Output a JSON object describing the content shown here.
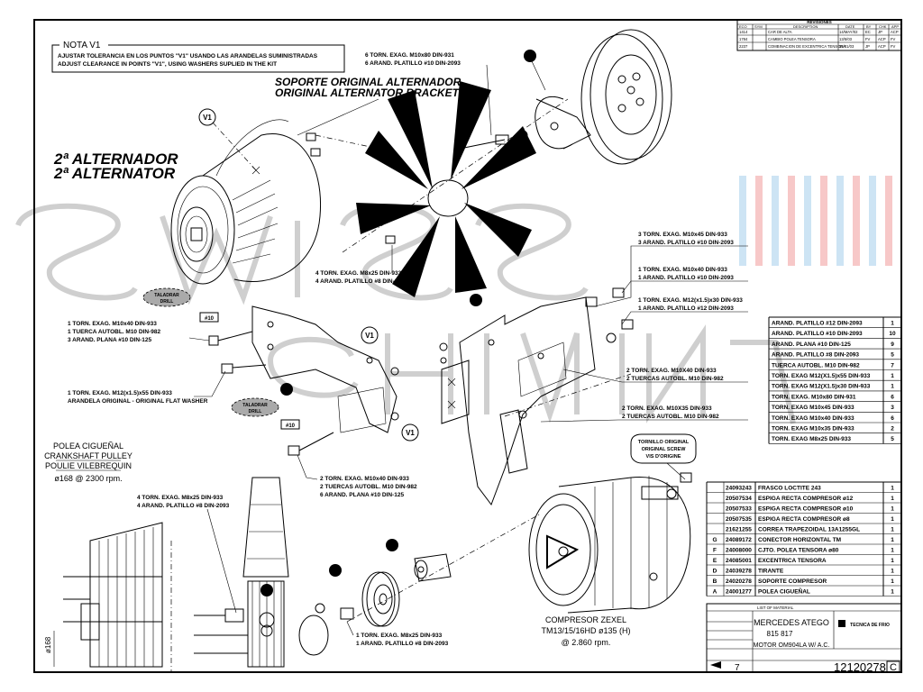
{
  "revisions": {
    "heading": "REVISIONES",
    "columns": [
      "ECO",
      "SYM",
      "DESCRIPTION",
      "DATE",
      "BY",
      "CHK",
      "APP"
    ],
    "rows": [
      [
        "1414",
        "",
        "CAR DE ALTA",
        "14/MAY/02",
        "EC",
        "JP",
        "ACP"
      ],
      [
        "1784",
        "",
        "CAMBIO POLEA TENSORA",
        "13/5/03",
        "FV",
        "ACP",
        "FV"
      ],
      [
        "2237",
        "",
        "COMBINACION DE EXCENTRICA TENSORA",
        "15/01/03",
        "JP",
        "ACP",
        "FV"
      ]
    ]
  },
  "nota": {
    "title": "NOTA V1",
    "line1": "AJUSTAR TOLERANCIA EN LOS PUNTOS \"V1\" USANDO LAS ARANDELAS SUMINISTRADAS",
    "line2": "ADJUST CLEARANCE IN POINTS \"V1\", USING WASHERS SUPLIED IN THE KIT"
  },
  "titles": {
    "bracket_es": "SOPORTE ORIGINAL ALTERNADOR",
    "bracket_en": "ORIGINAL ALTERNATOR BRACKET",
    "alt_es": "2ª ALTERNADOR",
    "alt_en": "2ª ALTERNATOR",
    "pulley_es": "POLEA CIGUEÑAL",
    "pulley_en": "CRANKSHAFT PULLEY",
    "pulley_fr": "POULIE VILEBREQUIN",
    "pulley_spec": "ø168 @ 2300 rpm.",
    "comp_title": "COMPRESOR ZEXEL",
    "comp_model": "TM13/15/16HD ø135 (H)",
    "comp_rpm": "@ 2.860 rpm.",
    "dim_168": "ø168"
  },
  "callouts": {
    "c_fan_1": "6 TORN. EXAG. M10x80 DIN-931",
    "c_fan_2": "6 ARAND. PLATILLO #10 DIN-2093",
    "c_m8_1": "4 TORN. EXAG. M8x25 DIN-933",
    "c_m8_2": "4 ARAND. PLATILLO #8 DIN-2093",
    "c_m10x45_1": "3 TORN. EXAG. M10x45 DIN-933",
    "c_m10x45_2": "3 ARAND. PLATILLO #10 DIN-2093",
    "c_m10x40a_1": "1 TORN. EXAG. M10x40 DIN-933",
    "c_m10x40a_2": "1 ARAND. PLATILLO #10 DIN-2093",
    "c_m12a_1": "1 TORN. EXAG. M12(x1.5)x30 DIN-933",
    "c_m12a_2": "1 ARAND. PLATILLO #12 DIN-2093",
    "c_left_1": "1 TORN. EXAG. M10x40 DIN-933",
    "c_left_2": "1 TUERCA AUTOBL. M10 DIN-982",
    "c_left_3": "3 ARAND. PLANA #10 DIN-125",
    "c_m12b_1": "1 TORN. EXAG. M12(x1.5)x55 DIN-933",
    "c_m12b_2": "ARANDELA ORIGINAL - ORIGINAL FLAT WASHER",
    "c_mid_1": "2 TORN. EXAG. M10X40 DIN-933",
    "c_mid_2": "2 TUERCAS AUTOBL. M10 DIN-982",
    "c_mid2_1": "2 TORN. EXAG. M10X35 DIN-933",
    "c_mid2_2": "2 TUERCAS AUTOBL. M10 DIN-982",
    "c_low_1": "2 TORN. EXAG. M10x40 DIN-933",
    "c_low_2": "2 TUERCAS AUTOBL. M10 DIN-982",
    "c_low_3": "6 ARAND. PLANA #10 DIN-125",
    "c_bl_1": "4 TORN. EXAG. M8x25 DIN-933",
    "c_bl_2": "4 ARAND. PLATILLO #8 DIN-2093",
    "c_bot_1": "1 TORN. EXAG. M8x25 DIN-933",
    "c_bot_2": "1 ARAND. PLATILLO #8 DIN-2093",
    "tornillo_1": "TORNILLO ORIGINAL",
    "tornillo_2": "ORIGINAL SCREW",
    "tornillo_3": "VIS D'ORIGINE",
    "taladrar": "TALADRAR",
    "taladrar_sub": "DRILL",
    "v1": "V1",
    "hash10": "#10"
  },
  "bom_top": [
    {
      "desc": "ARAND. PLATILLO #12 DIN-2093",
      "qty": "1"
    },
    {
      "desc": "ARAND. PLATILLO #10 DIN-2093",
      "qty": "10"
    },
    {
      "desc": "ARAND. PLANA #10 DIN-125",
      "qty": "9"
    },
    {
      "desc": "ARAND. PLATILLO #8 DIN-2093",
      "qty": "5"
    },
    {
      "desc": "TUERCA AUTOBL. M10 DIN-982",
      "qty": "7"
    },
    {
      "desc": "TORN. EXAG M12(X1.5)x55 DIN-933",
      "qty": "1"
    },
    {
      "desc": "TORN. EXAG M12(X1.5)x30 DIN-933",
      "qty": "1"
    },
    {
      "desc": "TORN. EXAG. M10x80 DIN-931",
      "qty": "6"
    },
    {
      "desc": "TORN. EXAG M10x45 DIN-933",
      "qty": "3"
    },
    {
      "desc": "TORN. EXAG M10x40 DIN-933",
      "qty": "6"
    },
    {
      "desc": "TORN. EXAG M10x35 DIN-933",
      "qty": "2"
    },
    {
      "desc": "TORN. EXAG M8x25 DIN-933",
      "qty": "5"
    }
  ],
  "bom_bottom": [
    {
      "sym": "",
      "code": "24093243",
      "desc": "FRASCO LOCTITE 243",
      "qty": "1"
    },
    {
      "sym": "",
      "code": "20507534",
      "desc": "ESPIGA RECTA COMPRESOR ø12",
      "qty": "1"
    },
    {
      "sym": "",
      "code": "20507533",
      "desc": "ESPIGA RECTA COMPRESOR ø10",
      "qty": "1"
    },
    {
      "sym": "",
      "code": "20507535",
      "desc": "ESPIGA RECTA COMPRESOR ø8",
      "qty": "1"
    },
    {
      "sym": "",
      "code": "21621255",
      "desc": "CORREA TRAPEZOIDAL 13A1255GL",
      "qty": "1"
    },
    {
      "sym": "G",
      "code": "24089172",
      "desc": "CONECTOR HORIZONTAL TM",
      "qty": "1"
    },
    {
      "sym": "F",
      "code": "24008000",
      "desc": "CJTO. POLEA TENSORA ø80",
      "qty": "1"
    },
    {
      "sym": "E",
      "code": "24085001",
      "desc": "EXCENTRICA TENSORA",
      "qty": "1"
    },
    {
      "sym": "D",
      "code": "24039278",
      "desc": "TIRANTE",
      "qty": "1"
    },
    {
      "sym": "B",
      "code": "24020278",
      "desc": "SOPORTE COMPRESOR",
      "qty": "1"
    },
    {
      "sym": "A",
      "code": "24001277",
      "desc": "POLEA CIGUEÑAL",
      "qty": "1"
    }
  ],
  "title_block": {
    "model": "MERCEDES ATEGO",
    "variants": "815  817",
    "subtitle": "MOTOR OM904LA W/ A.C.",
    "sheet": "7",
    "drawing_no": "12120278",
    "rev": "C",
    "list_label": "LIST OF MATERIAL",
    "company": "TECNICA DE FRIO"
  }
}
